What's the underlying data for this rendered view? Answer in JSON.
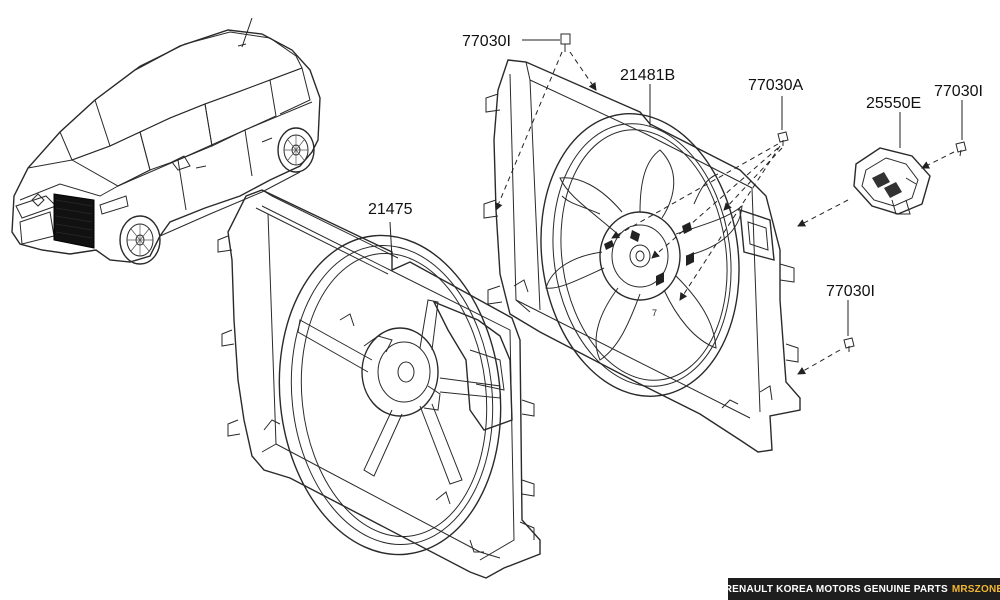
{
  "diagram": {
    "labels": {
      "car": "",
      "shroud": "21475",
      "fan_assembly": "21481B",
      "bolt_top": "77030I",
      "bolt_a": "77030A",
      "resistor": "25550E",
      "bolt_right_top": "77030I",
      "bolt_right_bottom": "77030I"
    },
    "fan_mark": "7"
  },
  "footer": {
    "text": "RENAULT KOREA MOTORS GENUINE PARTS",
    "brand": "MRSZONE",
    "brand_color": "#f2b632"
  }
}
